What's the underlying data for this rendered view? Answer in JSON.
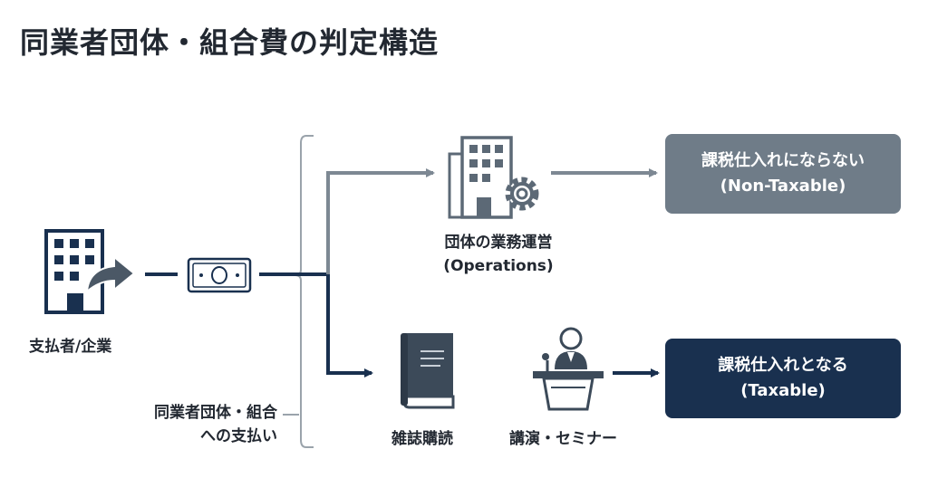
{
  "title": "同業者団体・組合費の判定構造",
  "payer": {
    "label": "支払者/企業",
    "icon": "building-arrow-icon"
  },
  "payment": {
    "label_line1": "同業者団体・組合",
    "label_line2": "への支払い",
    "icon": "banknote-icon"
  },
  "operations": {
    "label_line1": "団体の業務運営",
    "label_line2": "(Operations)",
    "icon": "building-gear-icon"
  },
  "magazine": {
    "label": "雑誌購読",
    "icon": "book-icon"
  },
  "seminar": {
    "label": "講演・セミナー",
    "icon": "speaker-podium-icon"
  },
  "non_taxable": {
    "line1": "課税仕入れにならない",
    "line2": "(Non-Taxable)",
    "color": "#6f7c88"
  },
  "taxable": {
    "line1": "課税仕入れとなる",
    "line2": "(Taxable)",
    "color": "#19304f"
  },
  "colors": {
    "navy": "#19304f",
    "gray": "#6f7c88",
    "bracket": "#9aa3ab"
  }
}
